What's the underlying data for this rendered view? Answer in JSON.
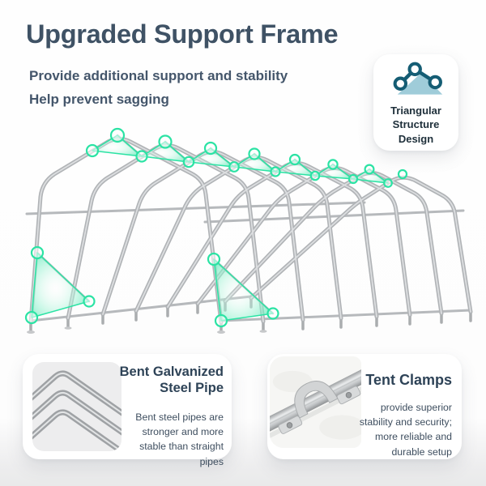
{
  "header": {
    "title": "Upgraded Support Frame",
    "subtitle1": "Provide additional support and stability",
    "subtitle2": "Help prevent sagging"
  },
  "feature_badge": {
    "icon": "triangular-structure-icon",
    "label": "Triangular Structure Design"
  },
  "cards": [
    {
      "icon": "bent-pipes-illustration",
      "title": "Bent Galvanized Steel Pipe",
      "description": "Bent steel pipes are stronger and more stable than straight pipes"
    },
    {
      "icon": "tent-clamp-photo",
      "title": "Tent Clamps",
      "description": "provide superior stability and security; more reliable and durable setup"
    }
  ],
  "illustration": {
    "name": "tent-frame-with-triangular-braces",
    "rib_count": 8,
    "highlight_color": "#2be3a4",
    "pipe_color": "#b0b3b6"
  },
  "colors": {
    "title_text": "#3f5265",
    "body_text": "#44566b",
    "card_title_text": "#2e4357",
    "badge_text": "#1e2f3a",
    "accent_green": "#2be3a4",
    "icon_teal_dark": "#155d74",
    "icon_triangle_fill": "#9fccd9",
    "card_background": "#ffffff"
  }
}
